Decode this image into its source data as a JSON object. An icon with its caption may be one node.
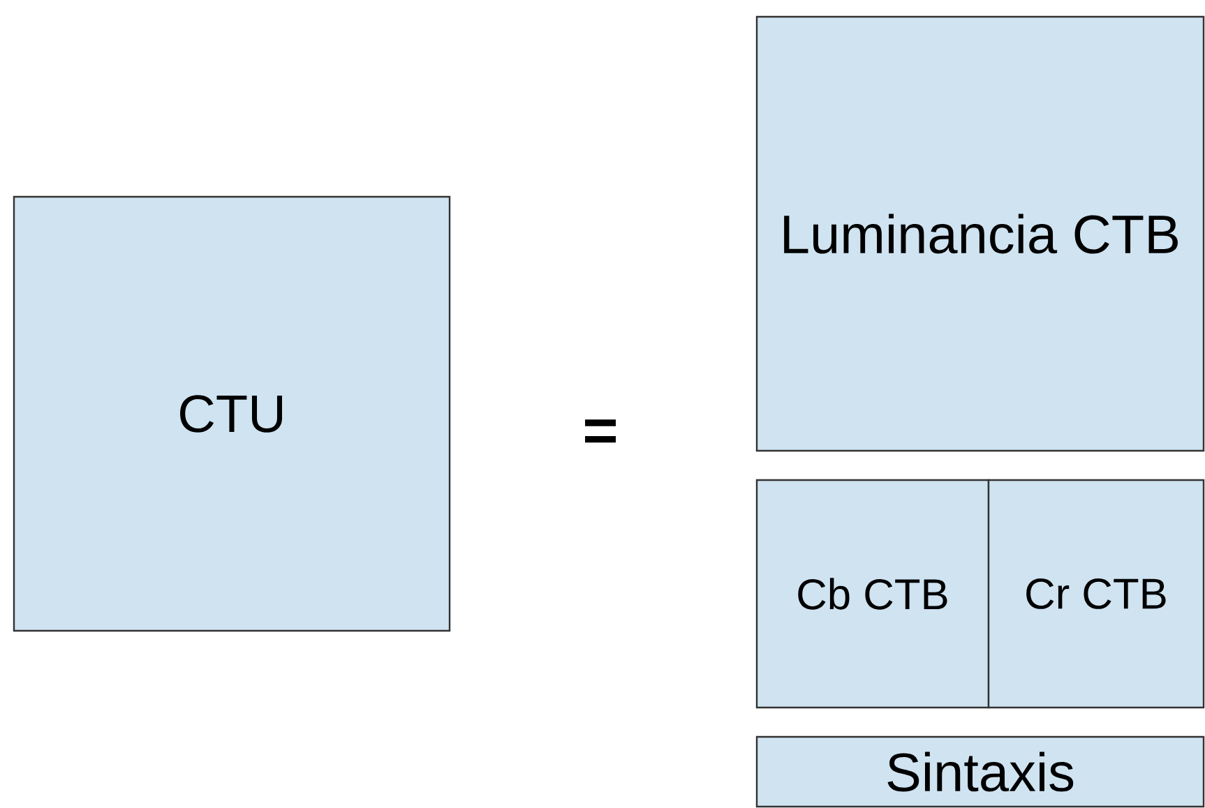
{
  "diagram": {
    "nodes": [
      {
        "text": [
          "CTU"
        ]
      },
      {
        "text": [
          "Luminancia CTB"
        ]
      },
      {
        "text": [
          "Cb CTB"
        ]
      },
      {
        "text": [
          "Cr CTB"
        ]
      },
      {
        "text": [
          "Sintaxis"
        ]
      }
    ],
    "labels": [
      "="
    ]
  }
}
